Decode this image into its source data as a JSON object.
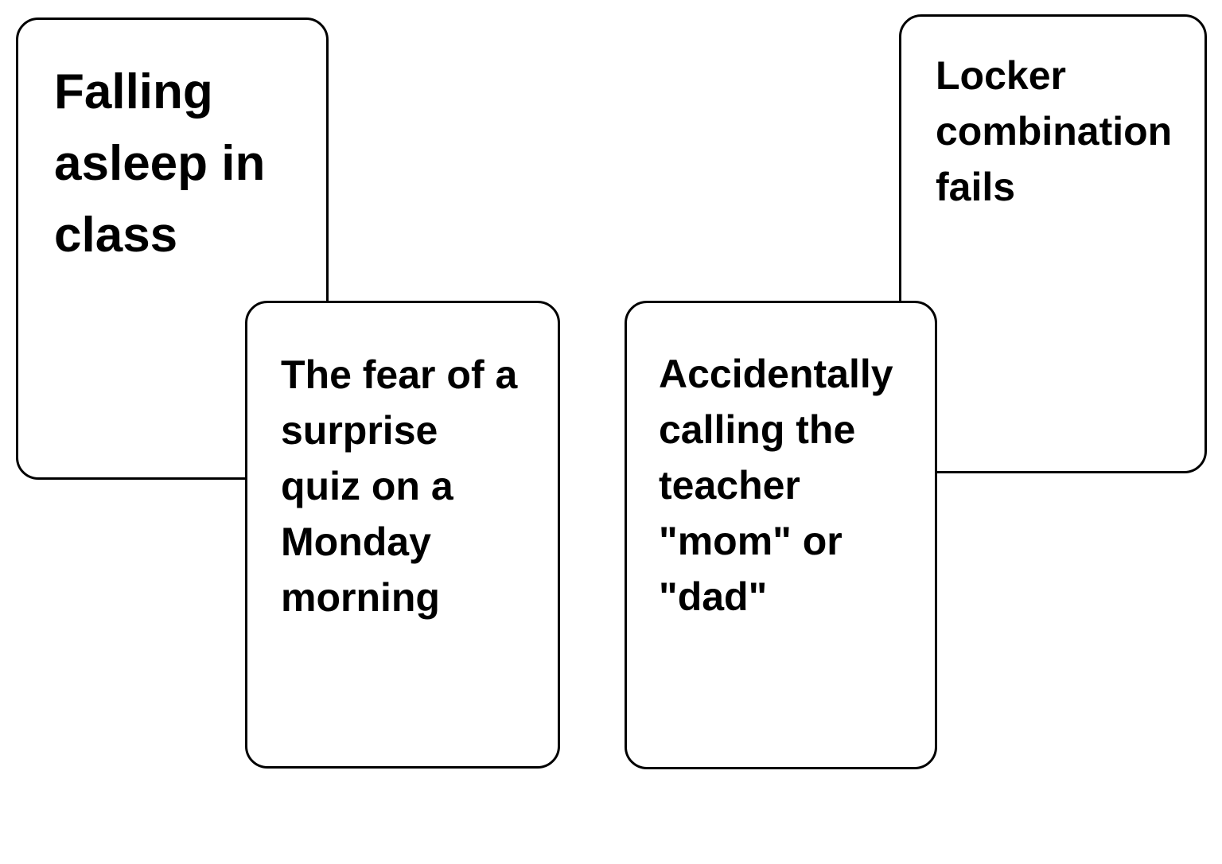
{
  "canvas": {
    "background": "#ffffff"
  },
  "colors": {
    "card_background": "#ffffff",
    "card_border": "#000000",
    "card_text": "#000000"
  },
  "cards": [
    {
      "id": "falling-asleep-in-class",
      "label": "Falling\nasleep in\nclass"
    },
    {
      "id": "surprise-quiz-monday",
      "label": "The fear of a\nsurprise\nquiz on a\nMonday\nmorning"
    },
    {
      "id": "calling-teacher-mom-dad",
      "label": "Accidentally\ncalling the\nteacher\n\"mom\" or\n\"dad\""
    },
    {
      "id": "locker-combination-fails",
      "label": "Locker\ncombination\nfails"
    }
  ]
}
